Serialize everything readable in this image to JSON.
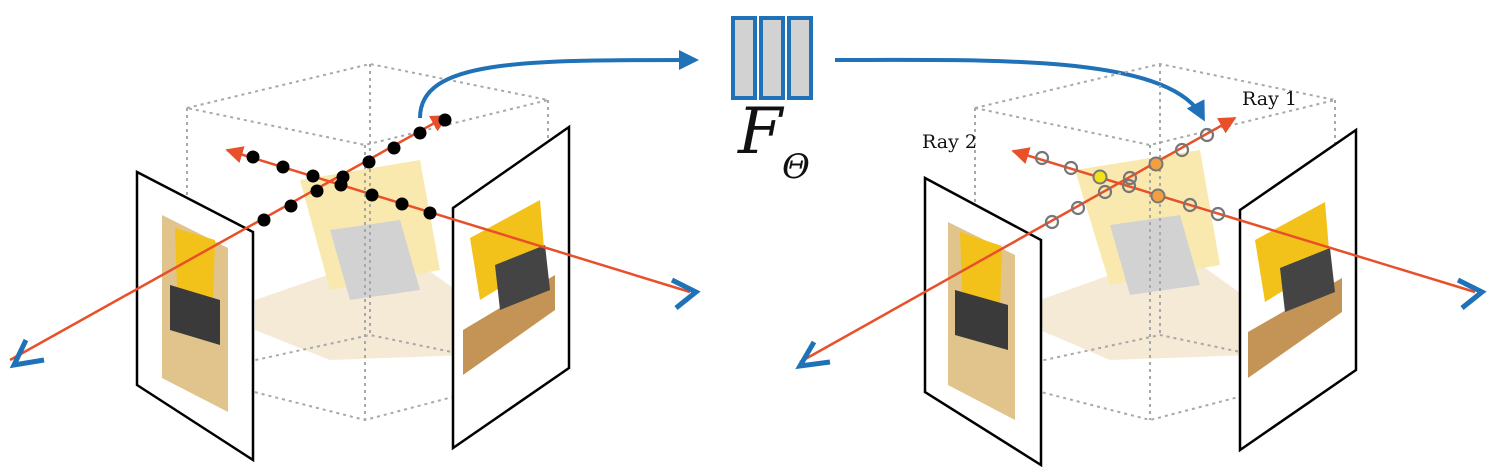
{
  "labels": {
    "ray1": "Ray 1",
    "ray2": "Ray 2",
    "network_symbol": "F",
    "network_subscript": "Θ"
  },
  "colors": {
    "ray": "#e8502a",
    "arrow": "#1f72b8",
    "sample_filled": "#000000",
    "sample_hollow": "#777777",
    "sample_yellow": "#f2e219",
    "sample_orange": "#f0a040",
    "box_dotted": "#a8a8a8",
    "network_block": "#1f72b8",
    "network_fill": "#d2d2d2",
    "toy_yellow": "#f2c21a",
    "toy_base": "#e0c48c"
  },
  "icons": [
    "camera-eye-icon",
    "network-block-icon"
  ]
}
